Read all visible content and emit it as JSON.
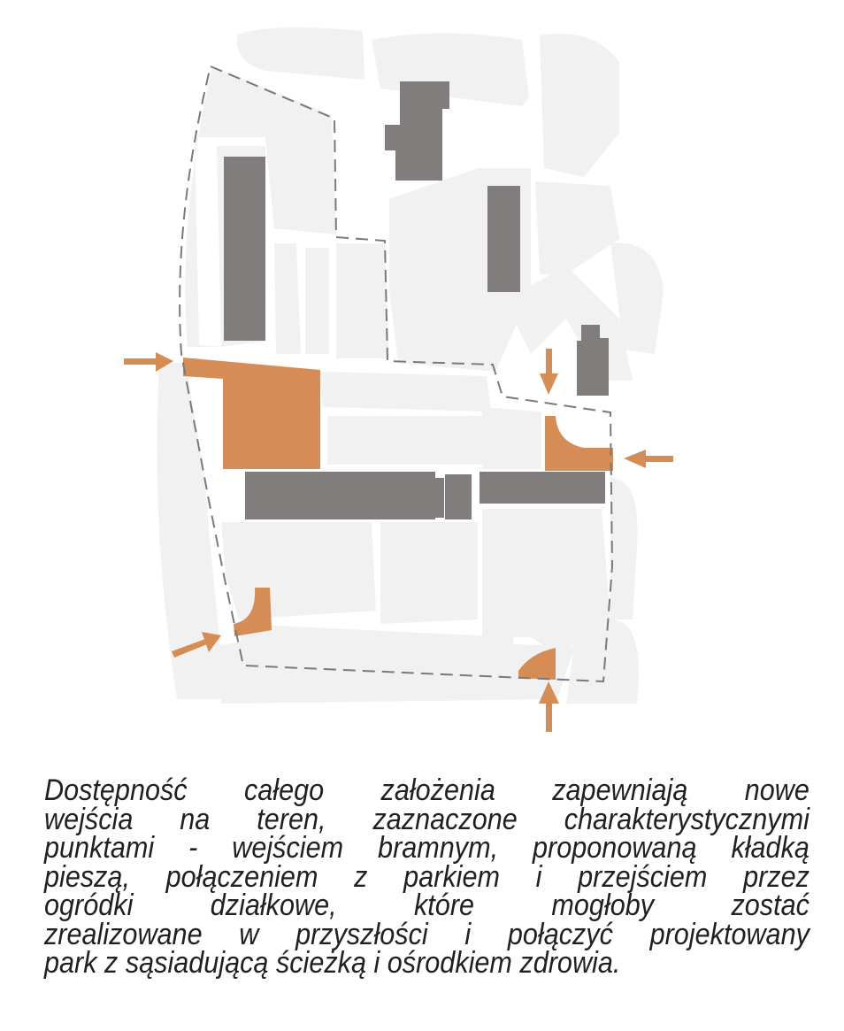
{
  "colors": {
    "block": "#f1f1f1",
    "building": "#817d7d",
    "entrance": "#d58c55",
    "boundary": "#7a7a7a"
  },
  "caption_lines": [
    "Dostępność całego założenia zapewniają nowe",
    "wejścia na teren, zaznaczone charakterystycznymi",
    "punktami - wejściem bramnym, proponowaną kładką",
    "pieszą, połączeniem z parkiem i przejściem przez",
    "ogródki działkowe, które mogłoby zostać",
    "zrealizowane w przyszłości i połączyć projektowany",
    "park z sąsiadującą ścieżką i ośrodkiem zdrowia."
  ]
}
